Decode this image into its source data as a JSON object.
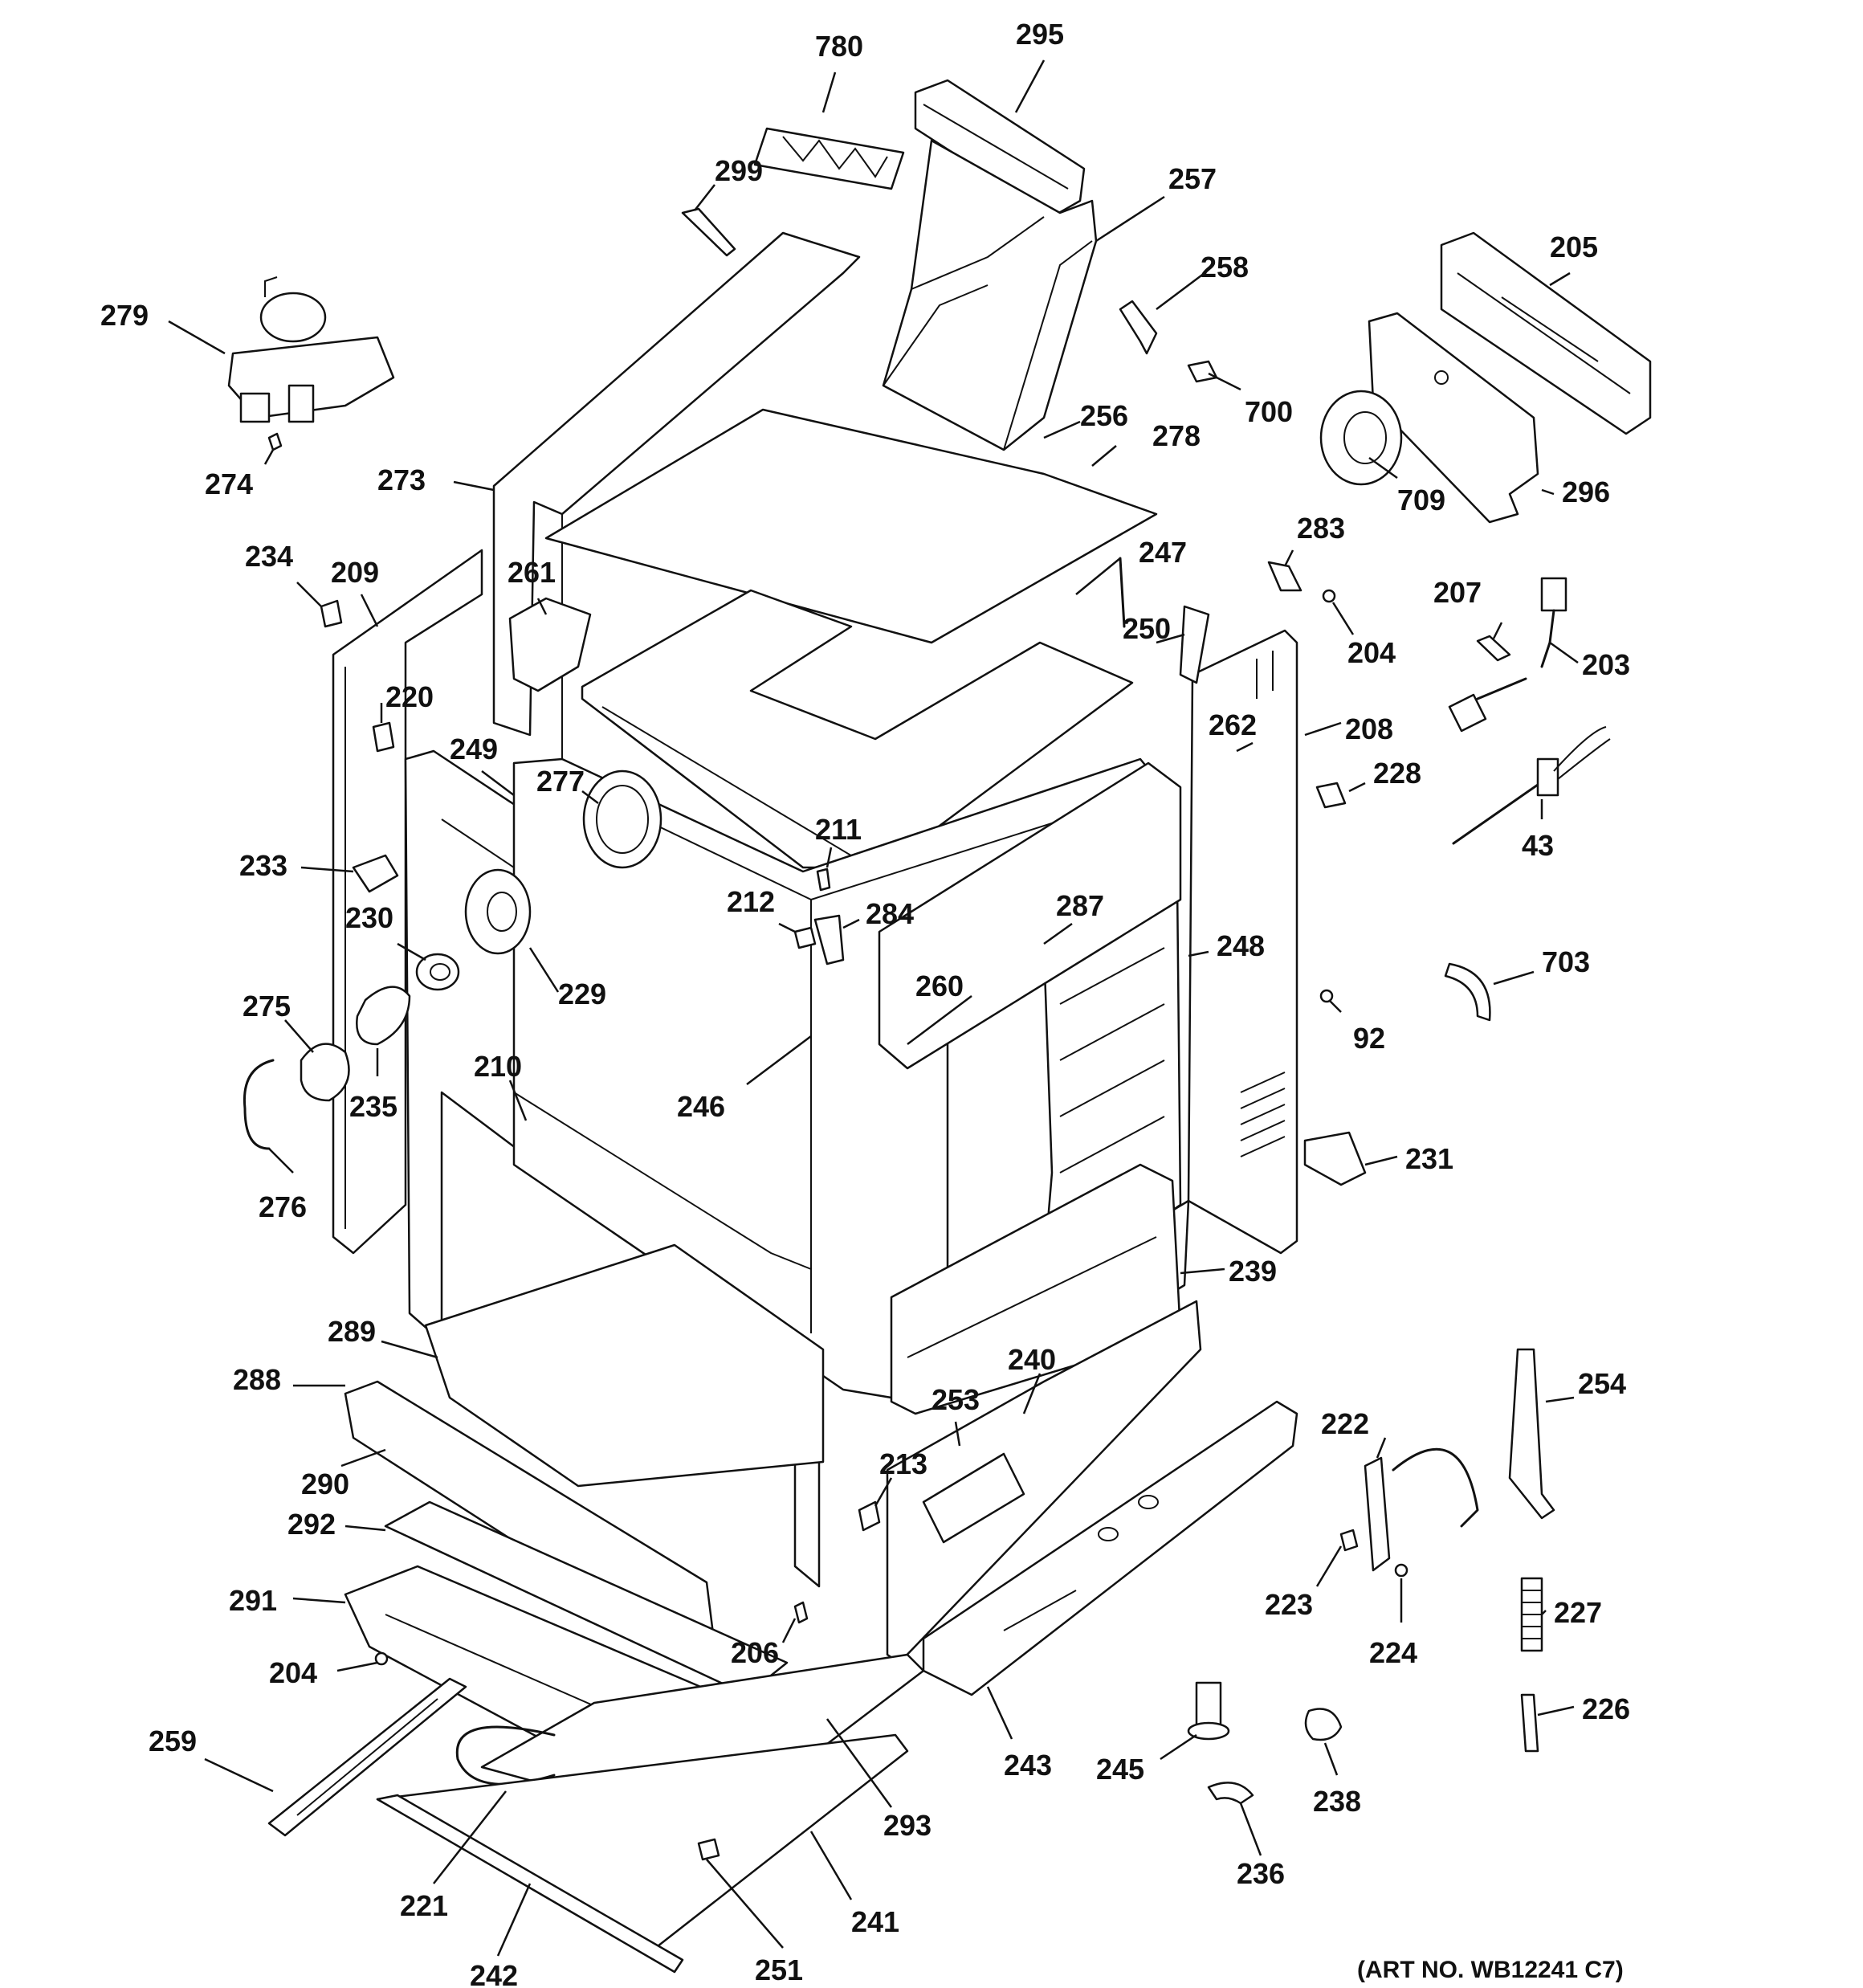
{
  "diagram": {
    "art_number": "(ART NO. WB12241 C7)",
    "callouts": [
      {
        "id": "780",
        "label": "780"
      },
      {
        "id": "295",
        "label": "295"
      },
      {
        "id": "299",
        "label": "299"
      },
      {
        "id": "257",
        "label": "257"
      },
      {
        "id": "258",
        "label": "258"
      },
      {
        "id": "205",
        "label": "205"
      },
      {
        "id": "279",
        "label": "279"
      },
      {
        "id": "700",
        "label": "700"
      },
      {
        "id": "256",
        "label": "256"
      },
      {
        "id": "278",
        "label": "278"
      },
      {
        "id": "274",
        "label": "274"
      },
      {
        "id": "273",
        "label": "273"
      },
      {
        "id": "709",
        "label": "709"
      },
      {
        "id": "296",
        "label": "296"
      },
      {
        "id": "283",
        "label": "283"
      },
      {
        "id": "234",
        "label": "234"
      },
      {
        "id": "209",
        "label": "209"
      },
      {
        "id": "261",
        "label": "261"
      },
      {
        "id": "247",
        "label": "247"
      },
      {
        "id": "207",
        "label": "207"
      },
      {
        "id": "250",
        "label": "250"
      },
      {
        "id": "204a",
        "label": "204"
      },
      {
        "id": "203",
        "label": "203"
      },
      {
        "id": "220",
        "label": "220"
      },
      {
        "id": "262",
        "label": "262"
      },
      {
        "id": "208",
        "label": "208"
      },
      {
        "id": "249",
        "label": "249"
      },
      {
        "id": "277",
        "label": "277"
      },
      {
        "id": "228",
        "label": "228"
      },
      {
        "id": "43",
        "label": "43"
      },
      {
        "id": "211",
        "label": "211"
      },
      {
        "id": "233",
        "label": "233"
      },
      {
        "id": "287",
        "label": "287"
      },
      {
        "id": "212",
        "label": "212"
      },
      {
        "id": "284",
        "label": "284"
      },
      {
        "id": "230",
        "label": "230"
      },
      {
        "id": "248",
        "label": "248"
      },
      {
        "id": "703",
        "label": "703"
      },
      {
        "id": "260",
        "label": "260"
      },
      {
        "id": "229",
        "label": "229"
      },
      {
        "id": "275",
        "label": "275"
      },
      {
        "id": "92",
        "label": "92"
      },
      {
        "id": "210",
        "label": "210"
      },
      {
        "id": "246",
        "label": "246"
      },
      {
        "id": "235",
        "label": "235"
      },
      {
        "id": "231",
        "label": "231"
      },
      {
        "id": "276",
        "label": "276"
      },
      {
        "id": "239",
        "label": "239"
      },
      {
        "id": "289",
        "label": "289"
      },
      {
        "id": "240",
        "label": "240"
      },
      {
        "id": "288",
        "label": "288"
      },
      {
        "id": "254",
        "label": "254"
      },
      {
        "id": "253",
        "label": "253"
      },
      {
        "id": "222",
        "label": "222"
      },
      {
        "id": "213",
        "label": "213"
      },
      {
        "id": "290",
        "label": "290"
      },
      {
        "id": "292",
        "label": "292"
      },
      {
        "id": "223",
        "label": "223"
      },
      {
        "id": "227",
        "label": "227"
      },
      {
        "id": "291",
        "label": "291"
      },
      {
        "id": "206",
        "label": "206"
      },
      {
        "id": "224",
        "label": "224"
      },
      {
        "id": "204b",
        "label": "204"
      },
      {
        "id": "226",
        "label": "226"
      },
      {
        "id": "259",
        "label": "259"
      },
      {
        "id": "243",
        "label": "243"
      },
      {
        "id": "245",
        "label": "245"
      },
      {
        "id": "238",
        "label": "238"
      },
      {
        "id": "293",
        "label": "293"
      },
      {
        "id": "236",
        "label": "236"
      },
      {
        "id": "221",
        "label": "221"
      },
      {
        "id": "241",
        "label": "241"
      },
      {
        "id": "242",
        "label": "242"
      },
      {
        "id": "251",
        "label": "251"
      }
    ]
  }
}
